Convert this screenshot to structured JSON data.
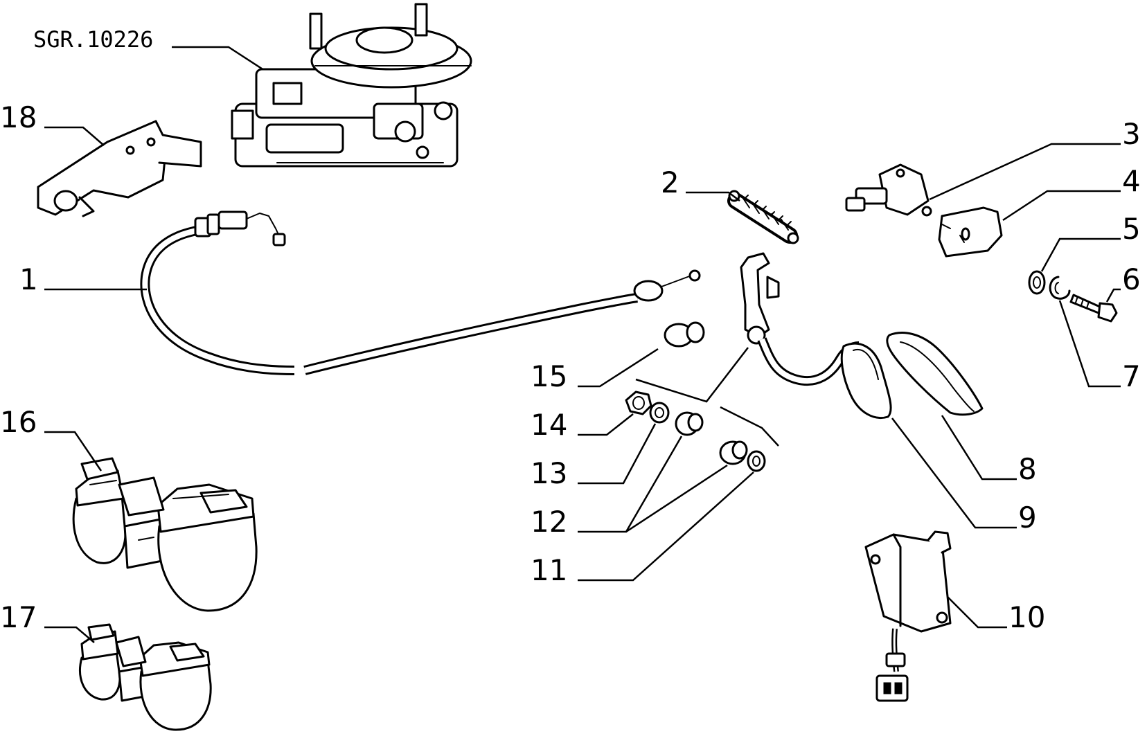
{
  "reference_code": "SGR.10226",
  "callouts": [
    "1",
    "2",
    "3",
    "4",
    "5",
    "6",
    "7",
    "8",
    "9",
    "10",
    "11",
    "12",
    "13",
    "14",
    "15",
    "16",
    "17",
    "18"
  ]
}
